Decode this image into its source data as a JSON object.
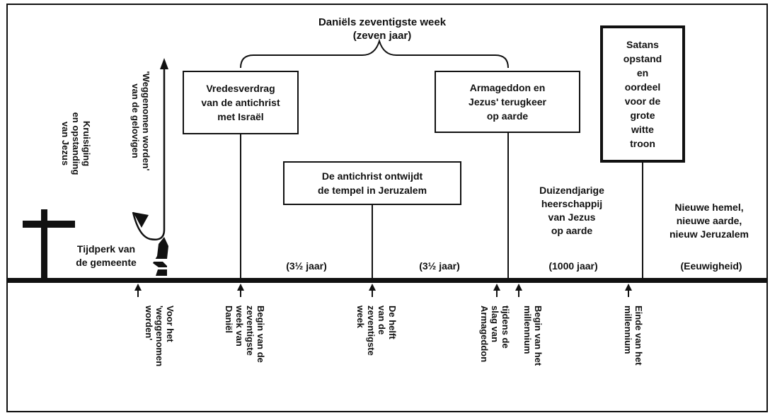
{
  "header": {
    "title_line1": "Daniëls zeventigste week",
    "title_line2": "(zeven jaar)"
  },
  "left_vertical": {
    "cross_label": "Kruisiging\nen opstanding\nvan Jezus",
    "rapture_label": "'Weggenomen worden'\nvan de gelovigen"
  },
  "boxes": {
    "treaty": "Vredesverdrag\nvan de antichrist\nmet Israël",
    "armageddon": "Armageddon en\nJezus' terugkeer\nop aarde",
    "satan": "Satans\nopstand\nen\noordeel\nvoor de\ngrote\nwitte\ntroon",
    "temple": "De antichrist ontwijdt\nde tempel in Jeruzalem"
  },
  "labels": {
    "church_age": "Tijdperk van\nde gemeente",
    "millennium_reign": "Duizendjarige\nheerschappij\nvan Jezus\nop aarde",
    "new_heaven": "Nieuwe hemel,\nnieuwe aarde,\nnieuw Jeruzalem"
  },
  "periods": {
    "first_half": "(3½ jaar)",
    "second_half": "(3½ jaar)",
    "millennium": "(1000 jaar)",
    "eternity": "(Eeuwigheid)"
  },
  "markers": {
    "before_rapture": "Voor het\n'weggenomen\nworden'",
    "start_week": "Begin van de\nzeventigste\nweek van\nDaniël",
    "middle_week": "De helft\nvan de\nzeventigste\nweek",
    "armageddon_battle": "tijdens de\nslag van\nArmageddon",
    "start_millennium": "Begin van het\nmillennium",
    "end_millennium": "Einde van het\nmillennium"
  }
}
